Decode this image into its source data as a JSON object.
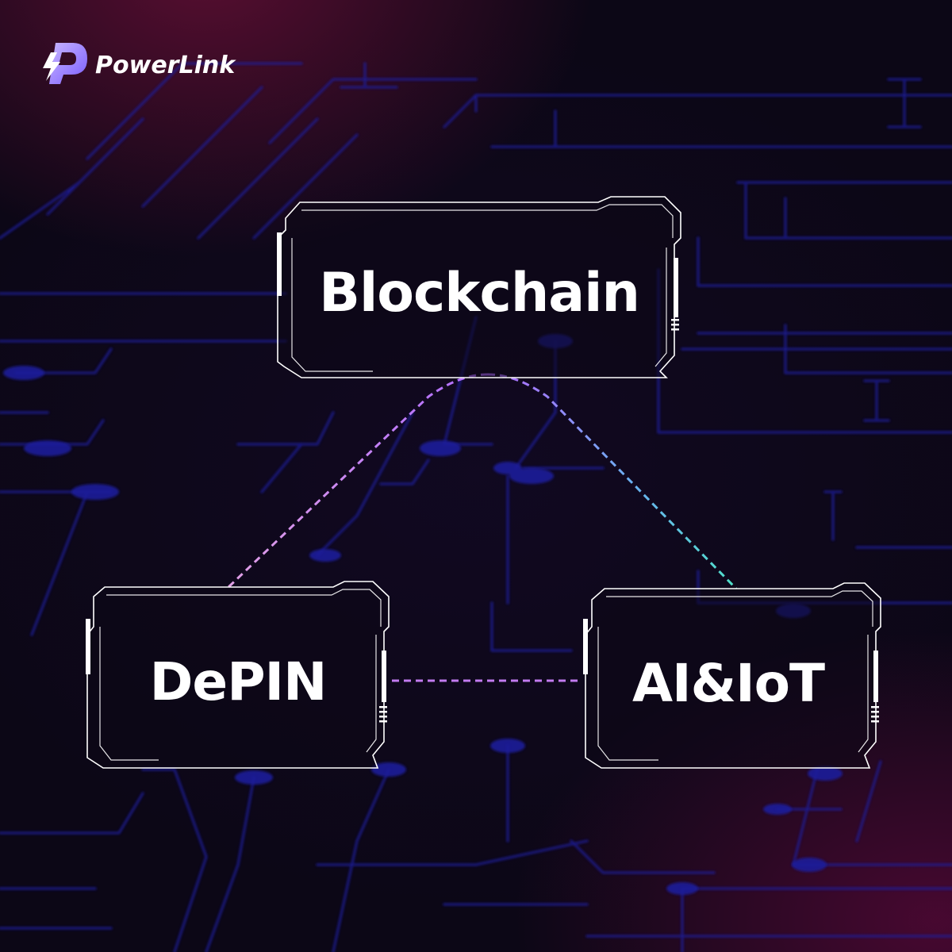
{
  "brand": {
    "name": "PowerLink",
    "logo_icon": "bolt-p-icon",
    "logo_colors": [
      "#7a5cff",
      "#c8b6ff"
    ]
  },
  "nodes": [
    {
      "id": "blockchain",
      "label": "Blockchain"
    },
    {
      "id": "depin",
      "label": "DePIN"
    },
    {
      "id": "aiiot",
      "label": "AI&IoT"
    }
  ],
  "links": [
    {
      "from": "blockchain",
      "to": "depin",
      "style": "dashed",
      "colors": [
        "#b06cff",
        "#e1a0e6"
      ]
    },
    {
      "from": "blockchain",
      "to": "aiiot",
      "style": "dashed",
      "colors": [
        "#b06cff",
        "#4fe0c8"
      ]
    },
    {
      "from": "depin",
      "to": "aiiot",
      "style": "dashed",
      "colors": [
        "#c27bf0",
        "#c27bf0"
      ]
    }
  ],
  "theme": {
    "background": "#0c0716",
    "circuit_color": "#1f22a8",
    "glow_color": "#9a1450",
    "node_stroke": "#ffffff"
  }
}
